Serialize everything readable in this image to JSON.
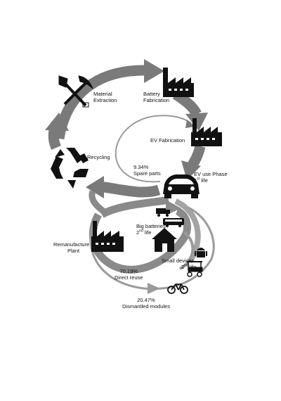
{
  "colors": {
    "arrow": "#7a7a7a",
    "arrow_light": "#a3a3a3",
    "icon": "#111111",
    "background": "#ffffff"
  },
  "nodes": {
    "material_extraction": {
      "line1": "Material",
      "line2": "Extraction",
      "icon": "pickaxe-shovel-icon"
    },
    "battery_fabrication": {
      "line1": "Battery",
      "line2": "Fabrication",
      "icon": "factory-icon"
    },
    "ev_fabrication": {
      "label": "EV Fabrication",
      "icon": "factory-icon"
    },
    "ev_use_phase": {
      "line1": "EV use Phase",
      "ordinal": "1",
      "sup": "st",
      "tail": " life",
      "icon": "car-icon"
    },
    "recycling": {
      "label": "Recycling",
      "icon": "recycling-icon"
    },
    "remanufacture_plant": {
      "line1": "Remanufacture",
      "line2": "Plant",
      "icon": "factory-icon"
    },
    "big_batteries": {
      "line1": "Big batteries",
      "ordinal": "2",
      "sup": "nd",
      "tail": " life",
      "icon": "house-icon"
    },
    "small_devices": {
      "line1": "Small devices",
      "ordinal": "2",
      "sup": "nd",
      "tail": " life",
      "icon": "golf-cart-icon"
    }
  },
  "flows": {
    "spare_parts": {
      "value": "9.34%",
      "label": "Spare parts"
    },
    "direct_reuse": {
      "value": "70.19%",
      "label": "Direct reuse"
    },
    "dismantled_modules": {
      "value": "20.47%",
      "label": "Dismantled modules"
    }
  }
}
